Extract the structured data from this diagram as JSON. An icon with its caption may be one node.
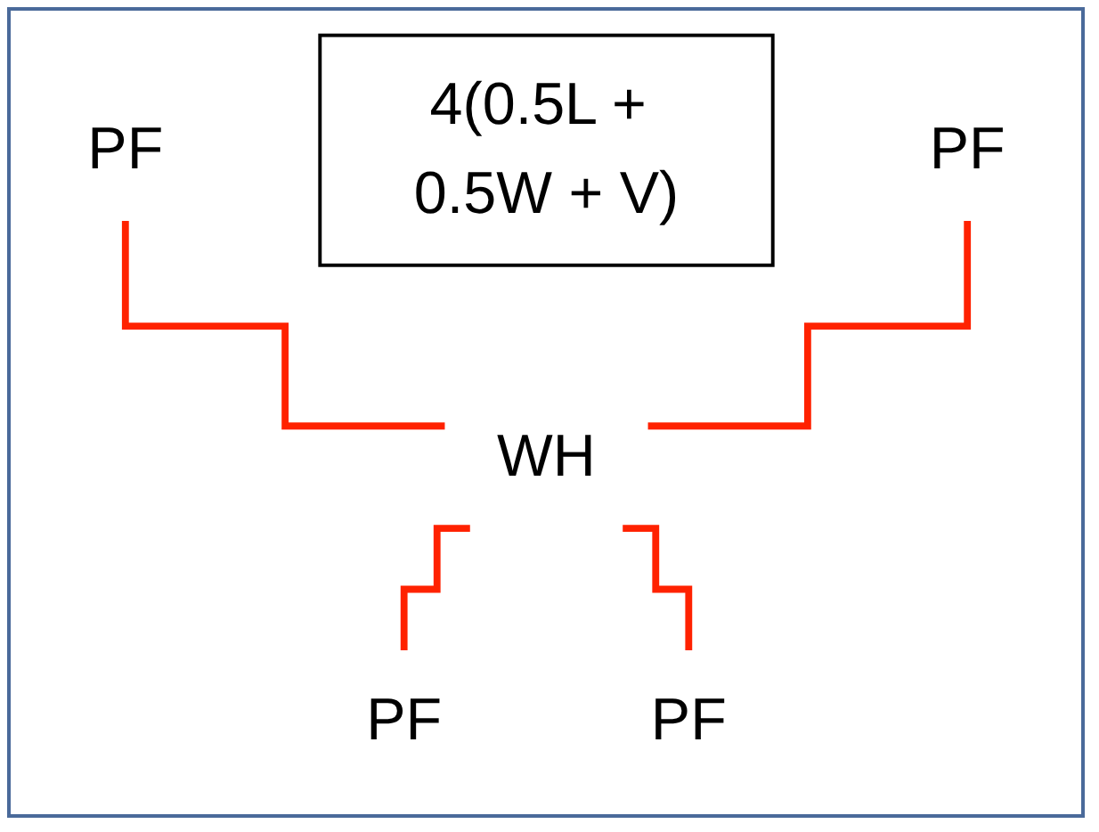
{
  "diagram": {
    "nodes": [
      {
        "text": [
          "PF"
        ]
      },
      {
        "text": [
          "4(0.5L + 0.5W + V)"
        ]
      },
      {
        "text": [
          "PF"
        ]
      },
      {
        "text": [
          "WH"
        ]
      },
      {
        "text": [
          "PF"
        ]
      },
      {
        "text": [
          "PF"
        ]
      }
    ],
    "edges": [
      {
        "from": 0,
        "to": 3,
        "arrow": "none",
        "color": "#ff2200"
      },
      {
        "from": 2,
        "to": 3,
        "arrow": "none",
        "color": "#ff2200"
      },
      {
        "from": 3,
        "to": 4,
        "arrow": "none",
        "color": "#ff2200"
      },
      {
        "from": 3,
        "to": 5,
        "arrow": "none",
        "color": "#ff2200"
      }
    ]
  }
}
